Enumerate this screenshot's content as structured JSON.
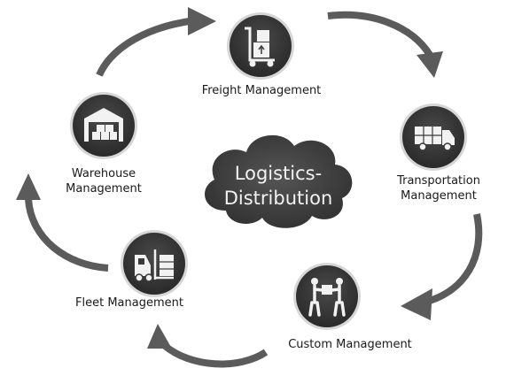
{
  "diagram": {
    "center": {
      "line1": "Logistics-",
      "line2": "Distribution"
    },
    "nodes": [
      {
        "id": "freight",
        "label_lines": [
          "Freight Management"
        ],
        "icon": "hand-truck-box-icon"
      },
      {
        "id": "transport",
        "label_lines": [
          "Transportation",
          "Management"
        ],
        "icon": "delivery-truck-icon"
      },
      {
        "id": "custom",
        "label_lines": [
          "Custom Management"
        ],
        "icon": "people-exchanging-box-icon"
      },
      {
        "id": "fleet",
        "label_lines": [
          "Fleet Management"
        ],
        "icon": "forklift-icon"
      },
      {
        "id": "warehouse",
        "label_lines": [
          "Warehouse",
          "Management"
        ],
        "icon": "warehouse-icon"
      }
    ],
    "colors": {
      "node_fill": "#3a3a3a",
      "node_ring": "#cfcfcf",
      "arrow": "#5b5b5b",
      "cloud_fill": "#3d3d3d",
      "cloud_text": "#f2f2f2"
    }
  }
}
